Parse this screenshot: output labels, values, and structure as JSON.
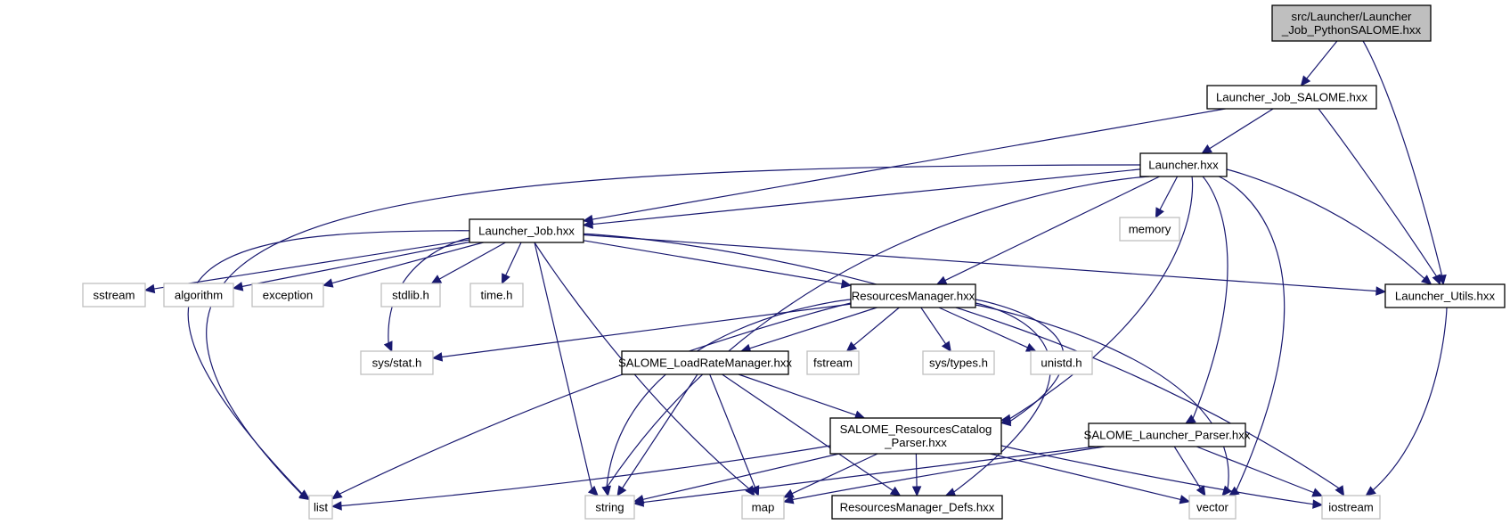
{
  "title": "Include dependency graph for Launcher_Job_PythonSALOME.hxx",
  "colors": {
    "edge": "#191970",
    "root_fill": "#bfbfbf",
    "local_border": "#000000",
    "system_border": "#bfbfbf",
    "background": "#ffffff"
  },
  "nodes": [
    {
      "id": "root",
      "kind": "root",
      "lines": [
        "src/Launcher/Launcher",
        "_Job_PythonSALOME.hxx"
      ]
    },
    {
      "id": "job_salome",
      "kind": "local",
      "lines": [
        "Launcher_Job_SALOME.hxx"
      ]
    },
    {
      "id": "launcher",
      "kind": "local",
      "lines": [
        "Launcher.hxx"
      ]
    },
    {
      "id": "launcher_job",
      "kind": "local",
      "lines": [
        "Launcher_Job.hxx"
      ]
    },
    {
      "id": "memory",
      "kind": "system",
      "lines": [
        "memory"
      ]
    },
    {
      "id": "launcher_utils",
      "kind": "local",
      "lines": [
        "Launcher_Utils.hxx"
      ]
    },
    {
      "id": "sstream",
      "kind": "system",
      "lines": [
        "sstream"
      ]
    },
    {
      "id": "algorithm",
      "kind": "system",
      "lines": [
        "algorithm"
      ]
    },
    {
      "id": "exception",
      "kind": "system",
      "lines": [
        "exception"
      ]
    },
    {
      "id": "stdlib",
      "kind": "system",
      "lines": [
        "stdlib.h"
      ]
    },
    {
      "id": "time",
      "kind": "system",
      "lines": [
        "time.h"
      ]
    },
    {
      "id": "resources_manager",
      "kind": "local",
      "lines": [
        "ResourcesManager.hxx"
      ]
    },
    {
      "id": "sys_stat",
      "kind": "system",
      "lines": [
        "sys/stat.h"
      ]
    },
    {
      "id": "load_rate",
      "kind": "local",
      "lines": [
        "SALOME_LoadRateManager.hxx"
      ]
    },
    {
      "id": "fstream",
      "kind": "system",
      "lines": [
        "fstream"
      ]
    },
    {
      "id": "sys_types",
      "kind": "system",
      "lines": [
        "sys/types.h"
      ]
    },
    {
      "id": "unistd",
      "kind": "system",
      "lines": [
        "unistd.h"
      ]
    },
    {
      "id": "catalog_parser",
      "kind": "local",
      "lines": [
        "SALOME_ResourcesCatalog",
        "_Parser.hxx"
      ]
    },
    {
      "id": "launcher_parser",
      "kind": "local",
      "lines": [
        "SALOME_Launcher_Parser.hxx"
      ]
    },
    {
      "id": "list",
      "kind": "system",
      "lines": [
        "list"
      ]
    },
    {
      "id": "string",
      "kind": "system",
      "lines": [
        "string"
      ]
    },
    {
      "id": "map",
      "kind": "system",
      "lines": [
        "map"
      ]
    },
    {
      "id": "rm_defs",
      "kind": "local",
      "lines": [
        "ResourcesManager_Defs.hxx"
      ]
    },
    {
      "id": "vector",
      "kind": "system",
      "lines": [
        "vector"
      ]
    },
    {
      "id": "iostream",
      "kind": "system",
      "lines": [
        "iostream"
      ]
    }
  ],
  "edges": [
    {
      "from": "root",
      "to": "job_salome"
    },
    {
      "from": "root",
      "to": "launcher_utils"
    },
    {
      "from": "job_salome",
      "to": "launcher_job"
    },
    {
      "from": "job_salome",
      "to": "launcher"
    },
    {
      "from": "job_salome",
      "to": "launcher_utils"
    },
    {
      "from": "launcher",
      "to": "launcher_job"
    },
    {
      "from": "launcher",
      "to": "list"
    },
    {
      "from": "launcher",
      "to": "string"
    },
    {
      "from": "launcher",
      "to": "memory"
    },
    {
      "from": "launcher",
      "to": "resources_manager"
    },
    {
      "from": "launcher",
      "to": "catalog_parser"
    },
    {
      "from": "launcher",
      "to": "launcher_parser"
    },
    {
      "from": "launcher",
      "to": "vector"
    },
    {
      "from": "launcher",
      "to": "launcher_utils"
    },
    {
      "from": "launcher_job",
      "to": "list"
    },
    {
      "from": "launcher_job",
      "to": "sstream"
    },
    {
      "from": "launcher_job",
      "to": "algorithm"
    },
    {
      "from": "launcher_job",
      "to": "exception"
    },
    {
      "from": "launcher_job",
      "to": "sys_stat"
    },
    {
      "from": "launcher_job",
      "to": "stdlib"
    },
    {
      "from": "launcher_job",
      "to": "time"
    },
    {
      "from": "launcher_job",
      "to": "string"
    },
    {
      "from": "launcher_job",
      "to": "map"
    },
    {
      "from": "launcher_job",
      "to": "resources_manager"
    },
    {
      "from": "launcher_job",
      "to": "launcher_utils"
    },
    {
      "from": "launcher_job",
      "to": "iostream"
    },
    {
      "from": "resources_manager",
      "to": "list"
    },
    {
      "from": "resources_manager",
      "to": "string"
    },
    {
      "from": "resources_manager",
      "to": "sys_stat"
    },
    {
      "from": "resources_manager",
      "to": "load_rate"
    },
    {
      "from": "resources_manager",
      "to": "fstream"
    },
    {
      "from": "resources_manager",
      "to": "sys_types"
    },
    {
      "from": "resources_manager",
      "to": "unistd"
    },
    {
      "from": "resources_manager",
      "to": "catalog_parser"
    },
    {
      "from": "resources_manager",
      "to": "rm_defs"
    },
    {
      "from": "resources_manager",
      "to": "vector"
    },
    {
      "from": "load_rate",
      "to": "string"
    },
    {
      "from": "load_rate",
      "to": "map"
    },
    {
      "from": "load_rate",
      "to": "catalog_parser"
    },
    {
      "from": "load_rate",
      "to": "rm_defs"
    },
    {
      "from": "catalog_parser",
      "to": "list"
    },
    {
      "from": "catalog_parser",
      "to": "string"
    },
    {
      "from": "catalog_parser",
      "to": "map"
    },
    {
      "from": "catalog_parser",
      "to": "rm_defs"
    },
    {
      "from": "catalog_parser",
      "to": "vector"
    },
    {
      "from": "catalog_parser",
      "to": "iostream"
    },
    {
      "from": "launcher_parser",
      "to": "string"
    },
    {
      "from": "launcher_parser",
      "to": "map"
    },
    {
      "from": "launcher_parser",
      "to": "vector"
    },
    {
      "from": "launcher_parser",
      "to": "iostream"
    },
    {
      "from": "launcher_utils",
      "to": "iostream"
    }
  ]
}
